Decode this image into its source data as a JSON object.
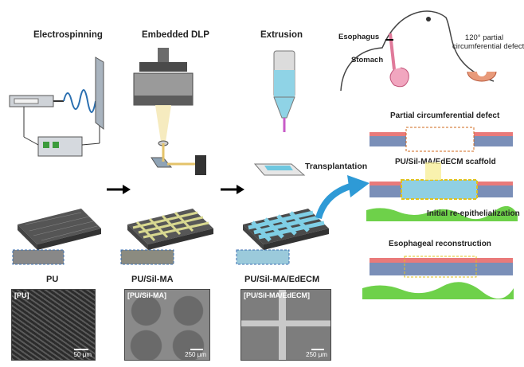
{
  "stages": {
    "electrospinning": "Electrospinning",
    "embedded_dlp": "Embedded DLP",
    "extrusion": "Extrusion"
  },
  "materials": {
    "pu": "PU",
    "pu_silma": "PU/Sil-MA",
    "pu_silma_edecm": "PU/Sil-MA/EdECM"
  },
  "sem_images": {
    "pu": {
      "tag": "[PU]",
      "scale": "50 μm"
    },
    "pu_silma": {
      "tag": "[PU/Sil-MA]",
      "scale": "250 μm"
    },
    "pu_silma_edecm": {
      "tag": "[PU/Sil-MA/EdECM]",
      "scale": "250 μm"
    }
  },
  "anatomy": {
    "esophagus": "Esophagus",
    "stomach": "Stomach",
    "defect_label_line1": "120° partial",
    "defect_label_line2": "circumferential defect"
  },
  "transplantation": "Transplantation",
  "repair": {
    "defect": "Partial circumferential defect",
    "scaffold": "PU/Sil-MA/EdECM  scaffold",
    "epithelialization": "Initial  re-epithelialization",
    "reconstruction": "Esophageal reconstruction"
  },
  "colors": {
    "accent_blue": "#3aa0d8",
    "yellow_grid": "#d8d890",
    "green_tissue": "#6ed14a",
    "defect_dash": "#d2691e"
  }
}
